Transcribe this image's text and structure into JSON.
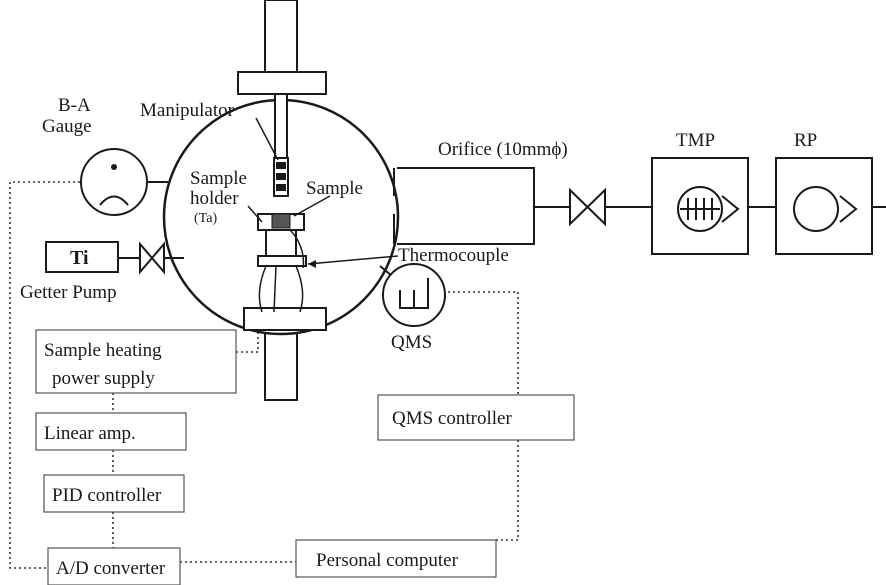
{
  "labels": {
    "ba_gauge_line1": "B-A",
    "ba_gauge_line2": "Gauge",
    "manipulator": "Manipulator",
    "sample_holder_line1": "Sample",
    "sample_holder_line2": "holder",
    "sample_holder_line3": "(Ta)",
    "sample": "Sample",
    "orifice": "Orifice (10mmϕ)",
    "thermocouple": "Thermocouple",
    "ti": "Ti",
    "getter_pump": "Getter Pump",
    "qms": "QMS",
    "tmp": "TMP",
    "rp": "RP"
  },
  "boxes": {
    "sample_heating_line1": "Sample heating",
    "sample_heating_line2": "power supply",
    "linear_amp": "Linear amp.",
    "pid_controller": "PID controller",
    "ad_converter": "A/D converter",
    "qms_controller": "QMS controller",
    "personal_computer": "Personal computer"
  }
}
